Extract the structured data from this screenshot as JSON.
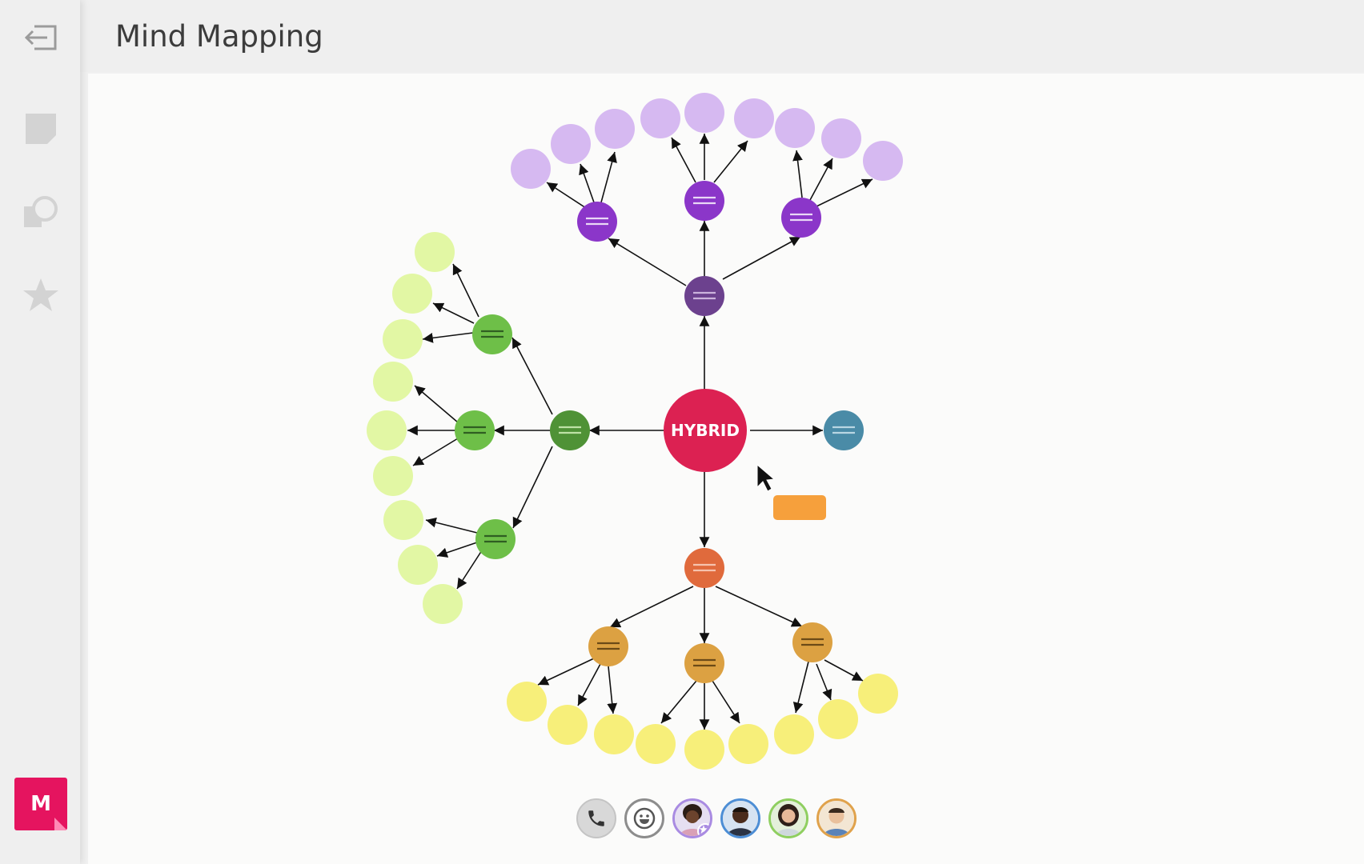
{
  "app": {
    "title": "Mind Mapping",
    "logo_letter": "M"
  },
  "sidebar": {
    "items": [
      {
        "name": "exit-icon"
      },
      {
        "name": "sticky-note-icon"
      },
      {
        "name": "shapes-icon"
      },
      {
        "name": "star-icon"
      }
    ]
  },
  "mindmap": {
    "central": {
      "label": "HYBRID",
      "color": "#dc2152"
    },
    "colors": {
      "violet_light": "#d6b9f1",
      "violet_dark": "#8b36c9",
      "purple_hub": "#6c418e",
      "green_light": "#e2f7a4",
      "green_mid": "#6ebf48",
      "green_hub": "#4f9236",
      "yellow_light": "#f7ef7a",
      "amber": "#dca142",
      "orange_hub": "#e06a3c",
      "teal": "#4a8ba7",
      "orange_rect": "#f6a03c"
    }
  },
  "collab_bar": {
    "items": [
      {
        "name": "call-button"
      },
      {
        "name": "emoji-button"
      },
      {
        "name": "avatar-1",
        "ring": "#a98be2"
      },
      {
        "name": "avatar-2",
        "ring": "#4d8ed5"
      },
      {
        "name": "avatar-3",
        "ring": "#8fcf60"
      },
      {
        "name": "avatar-4",
        "ring": "#e0a24b"
      }
    ]
  }
}
